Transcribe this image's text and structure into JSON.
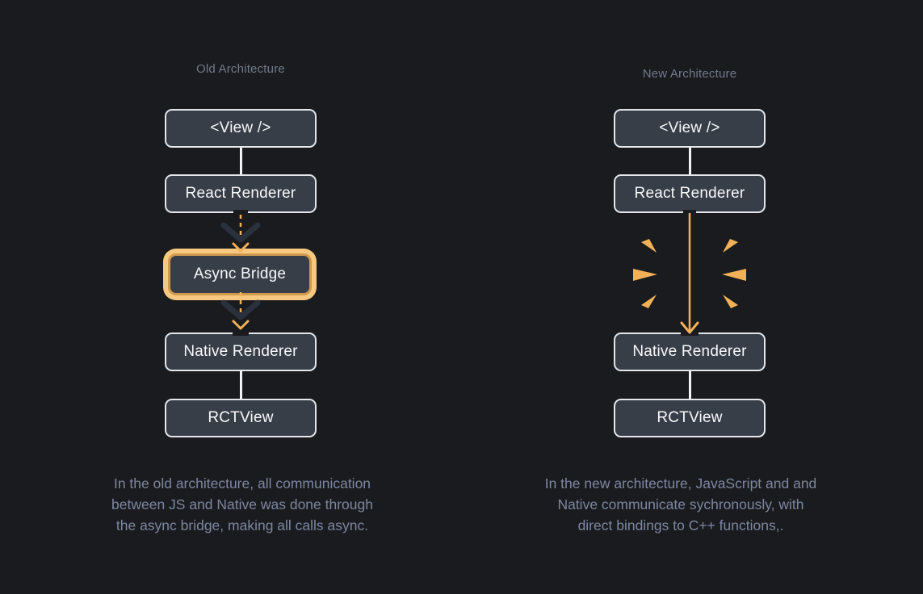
{
  "colors": {
    "background": "#1a1b1e",
    "node_fill": "#383e48",
    "node_border": "#e3e6eb",
    "node_text": "#f7f8fa",
    "title_text": "#717b8a",
    "caption_text": "#7d87a1",
    "accent_orange": "#f2b156",
    "highlight_ring": "#f7c980",
    "highlight_border": "#cf9950",
    "chevron_dark": "#2a313d",
    "connector_white": "#f2f3f5"
  },
  "old": {
    "title": "Old Architecture",
    "nodes": {
      "view": "<View />",
      "react_renderer": "React Renderer",
      "async_bridge": "Async Bridge",
      "native_renderer": "Native Renderer",
      "rctview": "RCTView"
    },
    "caption_lines": [
      "In the old architecture, all communication",
      "between JS and Native was done through",
      "the async bridge, making all calls async."
    ]
  },
  "new": {
    "title": "New Architecture",
    "nodes": {
      "view": "<View />",
      "react_renderer": "React Renderer",
      "native_renderer": "Native Renderer",
      "rctview": "RCTView"
    },
    "caption_lines": [
      "In the new architecture, JavaScript and and",
      "Native communicate sychronously, with",
      "direct bindings to C++ functions,."
    ]
  }
}
